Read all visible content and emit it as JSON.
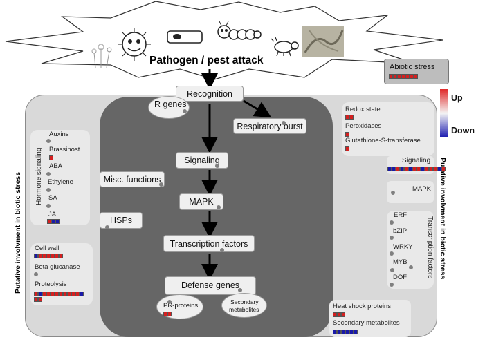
{
  "top": {
    "title": "Pathogen / pest attack"
  },
  "abiotic": {
    "label": "Abiotic stress",
    "cells": [
      "r",
      "r",
      "r",
      "r",
      "r",
      "r",
      "r"
    ]
  },
  "legend": {
    "up": "Up",
    "down": "Down",
    "up_color": "#d42020",
    "down_color": "#1a1aa8"
  },
  "side_labels": {
    "left": "Putative involvment in biotic stress",
    "right": "Putative involvment in biotic stress"
  },
  "flow": {
    "recognition": "Recognition",
    "r_genes": "R genes",
    "respiratory_burst": "Respiratory burst",
    "signaling": "Signaling",
    "mapk": "MAPK",
    "transcription_factors": "Transcription factors",
    "defense_genes": "Defense genes",
    "pr_proteins": "PR-proteins",
    "pr_cells": [
      "r",
      "r"
    ],
    "secondary_metabolites_1": "Secondary",
    "secondary_metabolites_2": "metabolites",
    "misc_functions": "Misc. functions",
    "hsps": "HSPs"
  },
  "hormone": {
    "title": "Hormone signaling",
    "items": [
      {
        "label": "Auxins",
        "cells": []
      },
      {
        "label": "Brassinost.",
        "cells": [
          "r"
        ]
      },
      {
        "label": "ABA",
        "cells": []
      },
      {
        "label": "Ethylene",
        "cells": []
      },
      {
        "label": "SA",
        "cells": []
      },
      {
        "label": "JA",
        "cells": [
          "r",
          "b",
          "b"
        ]
      }
    ]
  },
  "cellwall": {
    "cell_wall": "Cell wall",
    "cell_wall_cells": [
      "b",
      "r",
      "r",
      "r",
      "r",
      "r",
      "r"
    ],
    "beta_glucanase": "Beta glucanase",
    "proteolysis": "Proteolysis",
    "proteolysis_cells_row1": [
      "r",
      "b",
      "r",
      "r",
      "r",
      "r",
      "r",
      "r",
      "r",
      "r",
      "r",
      "b"
    ],
    "proteolysis_cells_row2": [
      "r",
      "r"
    ]
  },
  "redox": {
    "redox_state": "Redox state",
    "redox_cells": [
      "r",
      "r"
    ],
    "peroxidases": "Peroxidases",
    "peroxidases_cells": [
      "r"
    ],
    "gst": "Glutathione-S-transferase",
    "gst_cells": [
      "r"
    ]
  },
  "right_signaling": {
    "label": "Signaling",
    "cells": [
      "b",
      "b",
      "r",
      "b",
      "r",
      "b",
      "r",
      "r",
      "b",
      "r",
      "r",
      "r",
      "b",
      "r"
    ],
    "mapk": "MAPK"
  },
  "tf": {
    "title": "Transcription factors",
    "items": [
      "ERF",
      "bZIP",
      "WRKY",
      "MYB",
      "DOF"
    ]
  },
  "bottom_right": {
    "hsp": "Heat shock proteins",
    "hsp_cells": [
      "r",
      "r",
      "r"
    ],
    "sec": "Secondary metabolites",
    "sec_cells": [
      "b",
      "b",
      "b",
      "b",
      "b",
      "b"
    ]
  }
}
